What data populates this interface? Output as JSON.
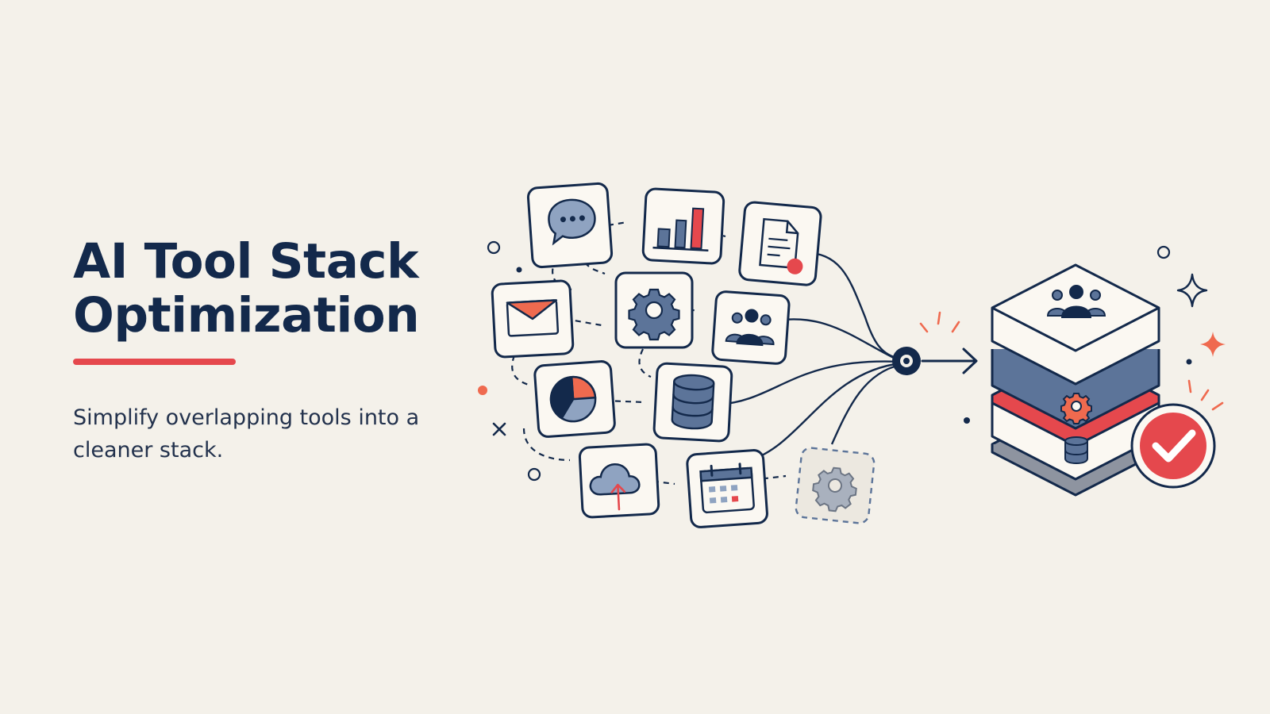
{
  "hero": {
    "title_line1": "AI Tool Stack",
    "title_line2": "Optimization",
    "subtitle": "Simplify overlapping tools into a cleaner stack."
  },
  "icons": [
    "chat-bubble-icon",
    "bar-chart-icon",
    "document-icon",
    "email-icon",
    "gear-icon",
    "team-icon",
    "pie-chart-icon",
    "database-icon",
    "cloud-upload-icon",
    "calendar-icon",
    "faded-gear-icon",
    "stack-layers-icon",
    "check-badge-icon"
  ],
  "colors": {
    "navy": "#13294b",
    "slate": "#5c7499",
    "light_slate": "#8fa3c1",
    "accent_red": "#e5484d",
    "coral": "#ef6a4f",
    "background": "#f4f1ea",
    "card": "#fbf8f2"
  }
}
